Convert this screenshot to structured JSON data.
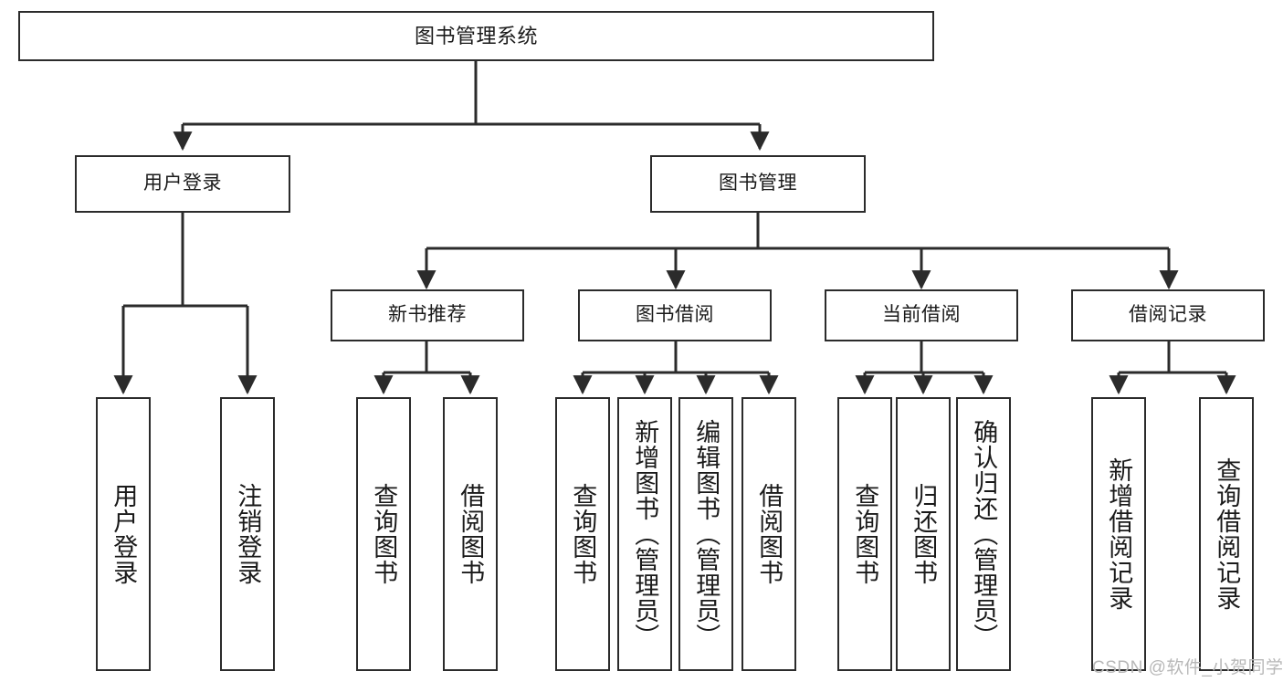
{
  "diagram": {
    "title": "图书管理系统",
    "type": "functional-structure-tree",
    "root": {
      "label": "图书管理系统"
    },
    "level2": [
      {
        "label": "用户登录"
      },
      {
        "label": "图书管理"
      }
    ],
    "level3": [
      {
        "label": "新书推荐"
      },
      {
        "label": "图书借阅"
      },
      {
        "label": "当前借阅"
      },
      {
        "label": "借阅记录"
      }
    ],
    "leaves": {
      "user_login": [
        {
          "label": "用户登录"
        },
        {
          "label": "注销登录"
        }
      ],
      "new_book_recommend": [
        {
          "label": "查询图书"
        },
        {
          "label": "借阅图书"
        }
      ],
      "book_borrow": [
        {
          "label": "查询图书"
        },
        {
          "label": "新增图书（管理员）"
        },
        {
          "label": "编辑图书（管理员）"
        },
        {
          "label": "借阅图书"
        }
      ],
      "current_borrow": [
        {
          "label": "查询图书"
        },
        {
          "label": "归还图书"
        },
        {
          "label": "确认归还（管理员）"
        }
      ],
      "borrow_record": [
        {
          "label": "新增借阅记录"
        },
        {
          "label": "查询借阅记录"
        }
      ]
    }
  },
  "watermark": {
    "text": "CSDN @软件_小贺同学"
  },
  "colors": {
    "stroke": "#2b2b2b",
    "fill": "#ffffff",
    "text": "#1a1a1a",
    "watermark": "#b8b8b8"
  }
}
